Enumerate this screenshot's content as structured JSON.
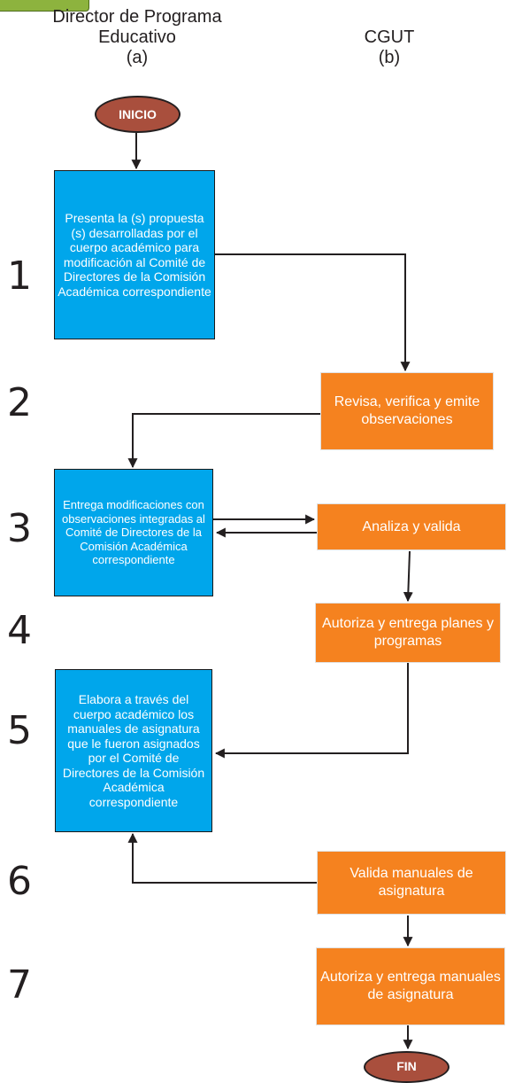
{
  "lanes": {
    "a": {
      "title_line1": "Director de Programa",
      "title_line2": "Educativo",
      "tag": "(a)"
    },
    "b": {
      "title_line1": "CGUT",
      "tag": "(b)"
    }
  },
  "step_numbers": [
    "1",
    "2",
    "3",
    "4",
    "5",
    "6",
    "7"
  ],
  "terminals": {
    "start": "INICIO",
    "end": "FIN"
  },
  "steps": {
    "s1": "Presenta la (s) propuesta (s) desarrolladas por el cuerpo académico para modificación al Comité de Directores de la Comisión Académica correspondiente",
    "s2": "Revisa, verifica y emite observaciones",
    "s3": "Entrega modificaciones con observaciones integradas al Comité de Directores de la Comisión Académica correspondiente",
    "s3b": "Analiza y valida",
    "s4": "Autoriza y entrega planes y programas",
    "s5": "Elabora a través del cuerpo académico los manuales de asignatura que le fueron asignados por el Comité de Directores de la Comisión Académica correspondiente",
    "s6": "Valida  manuales de asignatura",
    "s7": "Autoriza y entrega manuales de asignatura"
  },
  "colors": {
    "lane_a_box": "#00a6eb",
    "lane_b_box": "#f5821f",
    "terminal": "#a94f3d",
    "header_tab": "#8db33e"
  }
}
